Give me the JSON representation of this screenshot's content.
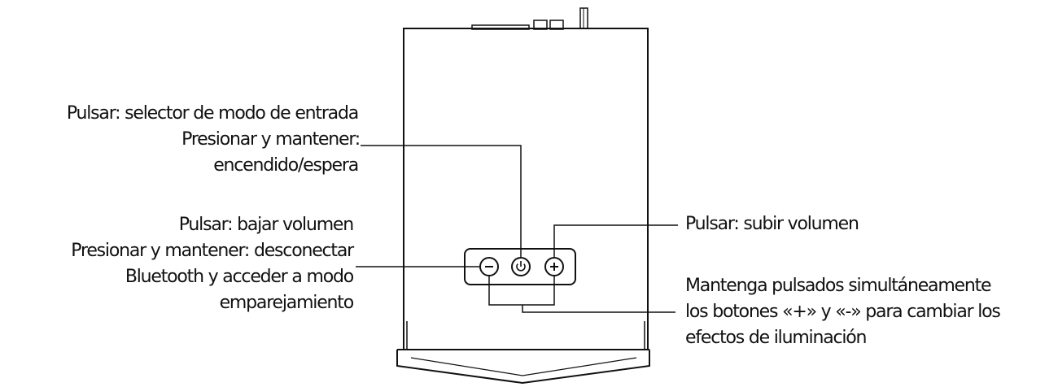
{
  "power_button": {
    "lines": [
      "Pulsar: selector de modo de entrada",
      "Presionar y mantener:",
      "encendido/espera"
    ]
  },
  "volume_down_button": {
    "lines": [
      "Pulsar: bajar volumen",
      "Presionar y mantener: desconectar",
      "Bluetooth y acceder a modo",
      "emparejamiento"
    ]
  },
  "volume_up_button": {
    "lines": [
      "Pulsar: subir volumen"
    ]
  },
  "combo_hint": {
    "lines": [
      "Mantenga pulsados simultáneamente",
      "los botones «+» y «-» para cambiar los",
      "efectos de iluminación"
    ]
  },
  "colors": {
    "line": "#111111",
    "background": "#ffffff"
  },
  "icons": [
    "minus-icon",
    "power-icon",
    "plus-icon"
  ]
}
